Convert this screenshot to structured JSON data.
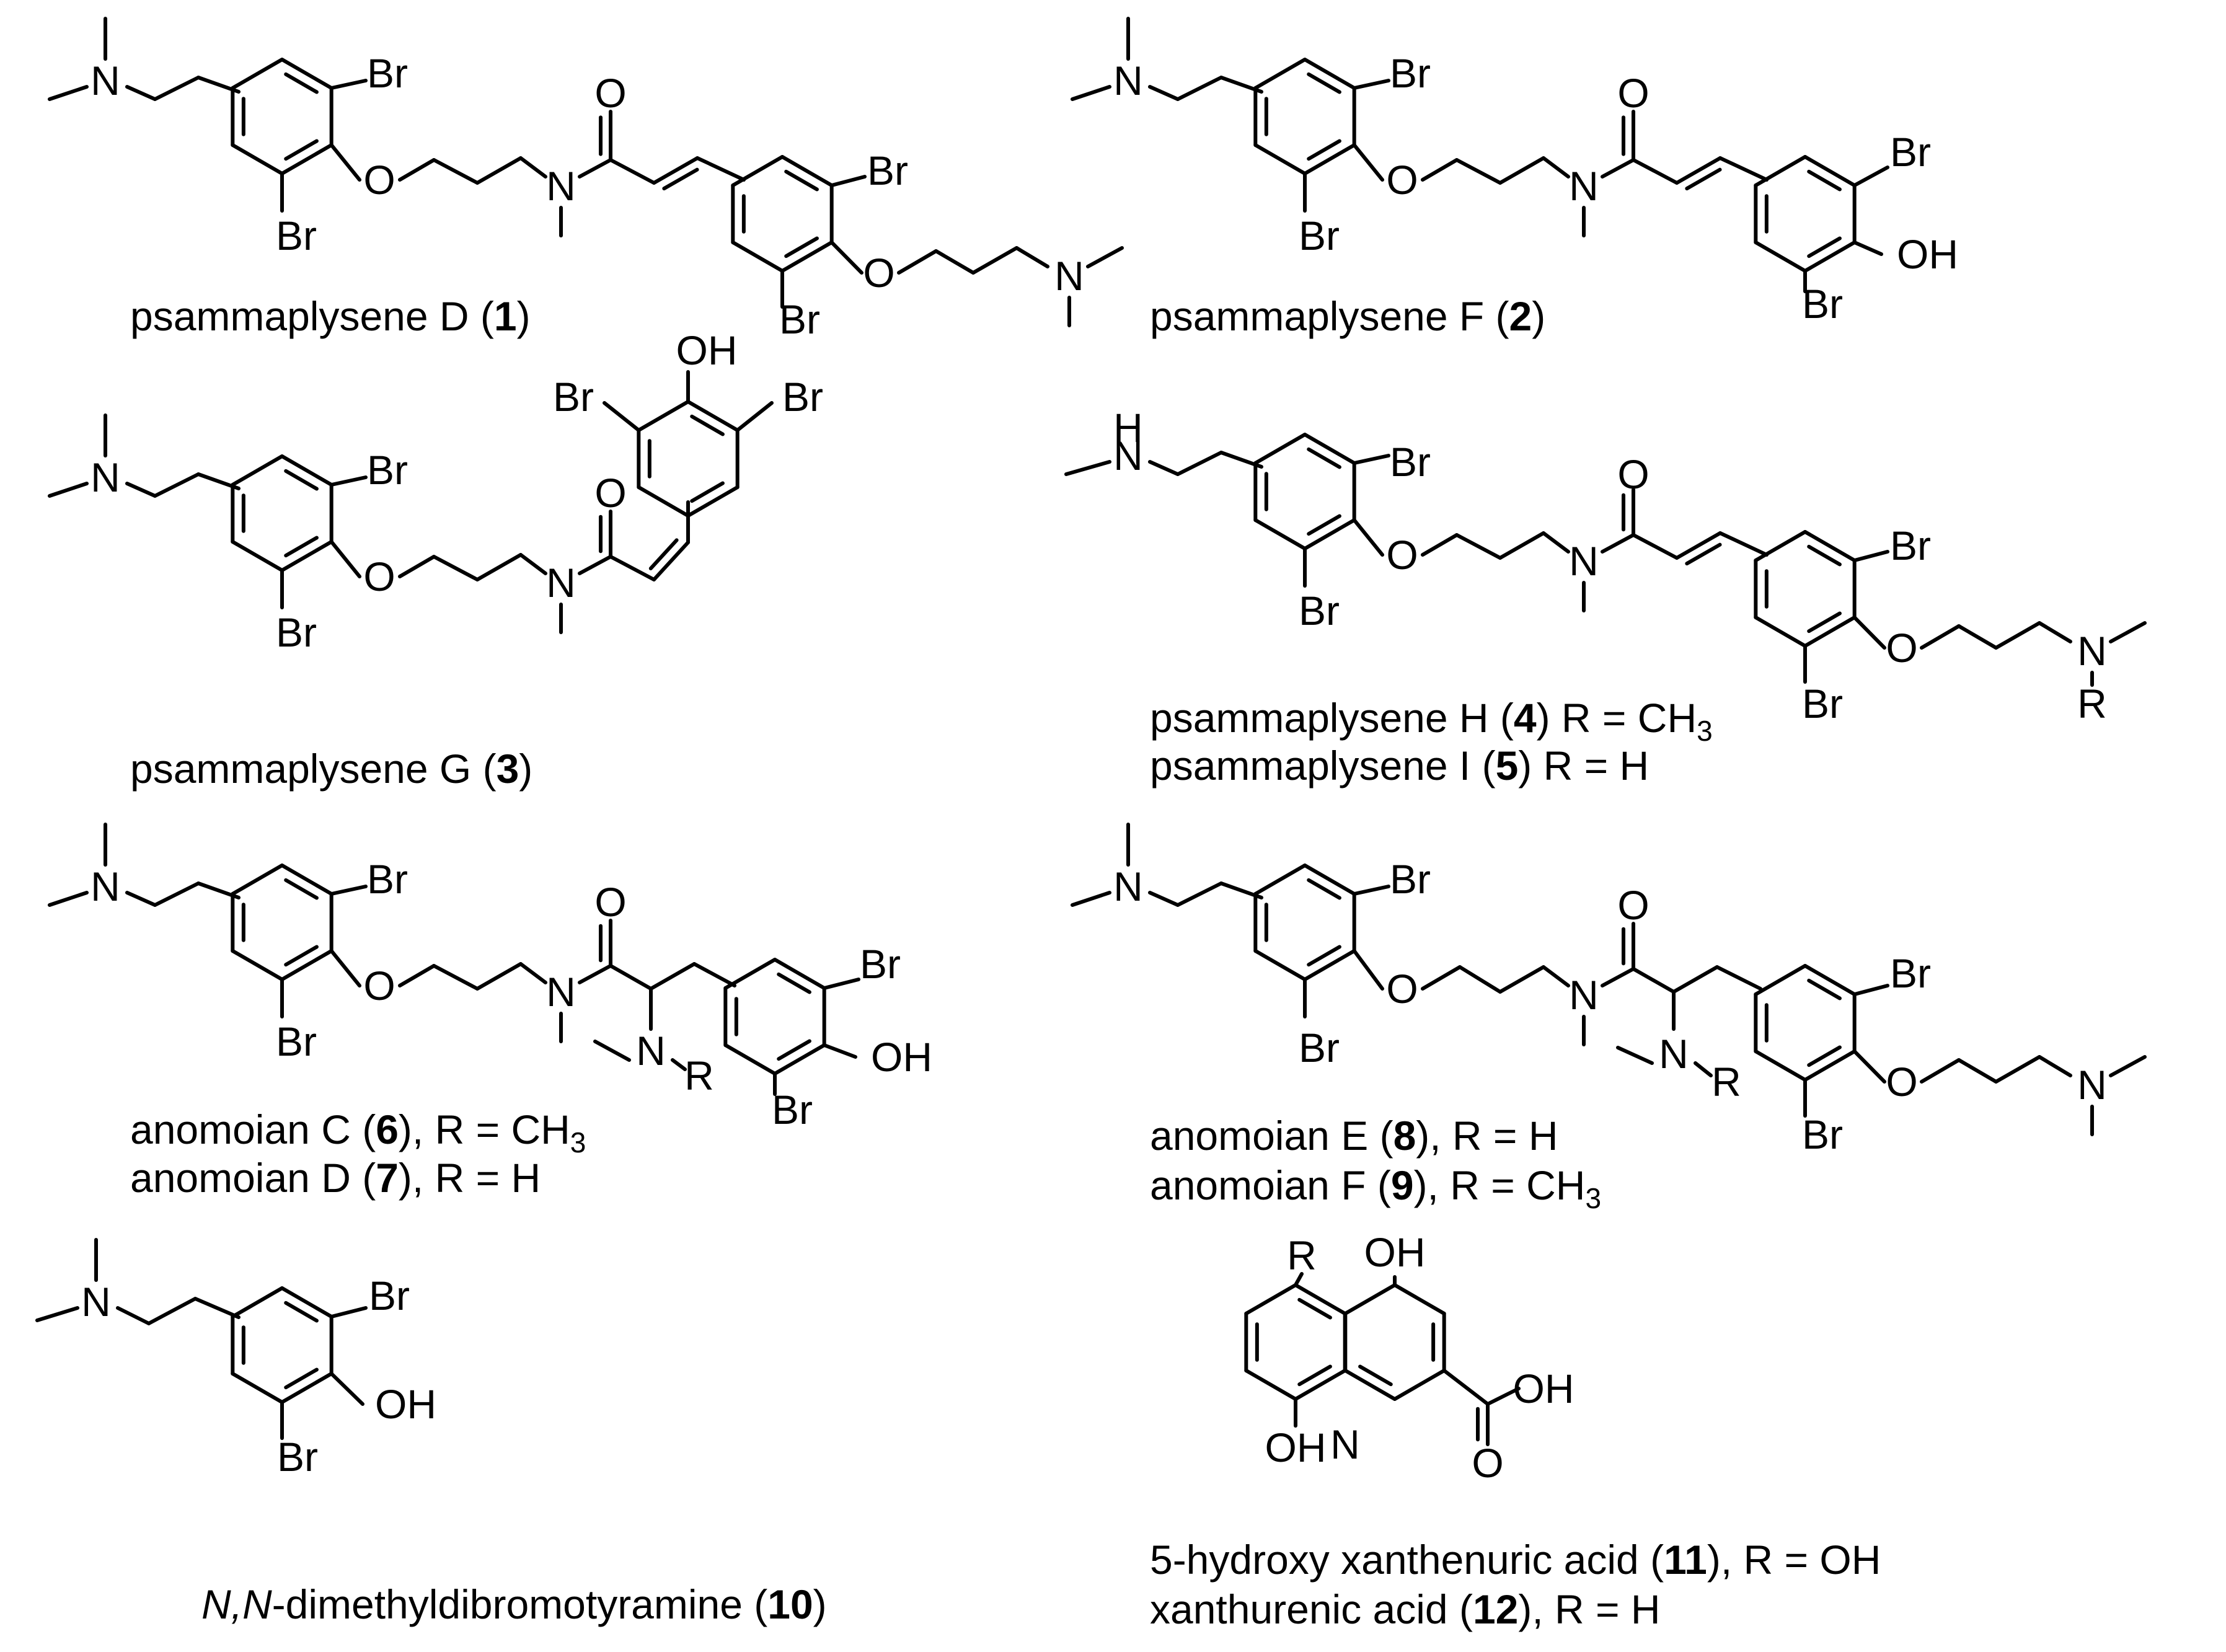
{
  "figure": {
    "captions": {
      "c1": {
        "pre": "psammaplysene D (",
        "num": "1",
        "post": ")"
      },
      "c2": {
        "pre": "psammaplysene F (",
        "num": "2",
        "post": ")"
      },
      "c3": {
        "pre": "psammaplysene G (",
        "num": "3",
        "post": ")"
      },
      "c4": {
        "pre": "psammaplysene H (",
        "num": "4",
        "post": ") R = CH",
        "sub": "3"
      },
      "c5": {
        "pre": "psammaplysene I (",
        "num": "5",
        "post": ") R = H"
      },
      "c6": {
        "pre": "anomoian C (",
        "num": "6",
        "post": "), R = CH",
        "sub": "3"
      },
      "c7": {
        "pre": "anomoian D (",
        "num": "7",
        "post": "), R = H"
      },
      "c8": {
        "pre": "anomoian E (",
        "num": "8",
        "post": "), R = H"
      },
      "c9": {
        "pre": "anomoian F (",
        "num": "9",
        "post": "), R = CH",
        "sub": "3"
      },
      "c10": {
        "ital": "N,N",
        "pre": "-dimethyldibromotyramine (",
        "num": "10",
        "post": ")"
      },
      "c11": {
        "pre": "5-hydroxy xanthenuric acid (",
        "num": "11",
        "post": "), R = OH"
      },
      "c12": {
        "pre": "xanthurenic acid (",
        "num": "12",
        "post": "), R = H"
      }
    },
    "atoms": {
      "N": "N",
      "O": "O",
      "Br": "Br",
      "OH": "OH",
      "R": "R",
      "H": "H"
    }
  }
}
